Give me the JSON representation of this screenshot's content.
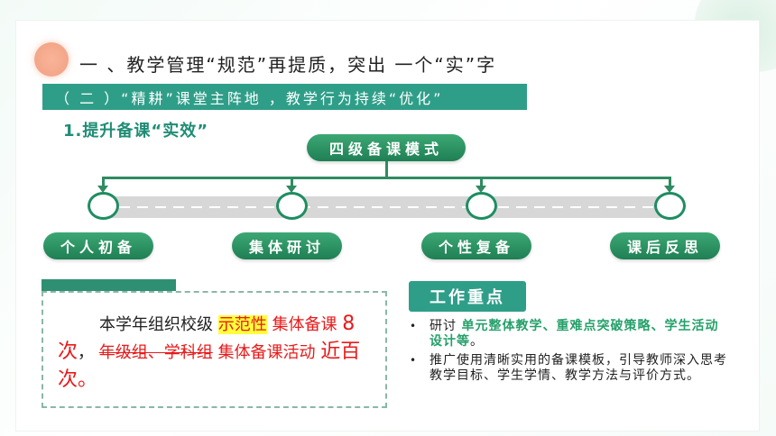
{
  "header": {
    "title": "一 、教学管理“规范”再提质，突出 一个“实”字",
    "subtitle": "（ 二 ）“精耕”课堂主阵地 ，教学行为持续“优化”",
    "section": "1.提升备课“实效”"
  },
  "diagram": {
    "root": "四级备课模式",
    "nodes": [
      "个人初备",
      "集体研讨",
      "个性复备",
      "课后反思"
    ]
  },
  "summary": {
    "part1": "本学年组织校级",
    "highlight": "示范性",
    "part2": "集体备课",
    "count1": "8 次",
    "comma": "，",
    "struck": "年级组、学科组",
    "part3": "集体备课活动",
    "count2": "近百次。"
  },
  "work_focus": {
    "title": "工作重点",
    "bullet_symbol": "•",
    "item1_prefix": "研讨",
    "item1_highlight": "单元整体教学、重难点突破策略、学生活动设计等",
    "item1_suffix": "。",
    "item2": "推广使用清晰实用的备课模板，引导教师深入思考教学目标、学生学情、教学方法与评价方式。"
  },
  "colors": {
    "accent_green": "#2f9e89",
    "pill_green": "#1f7f54",
    "highlight_red": "#e81a1a",
    "highlight_yellow": "#ffff3b"
  }
}
